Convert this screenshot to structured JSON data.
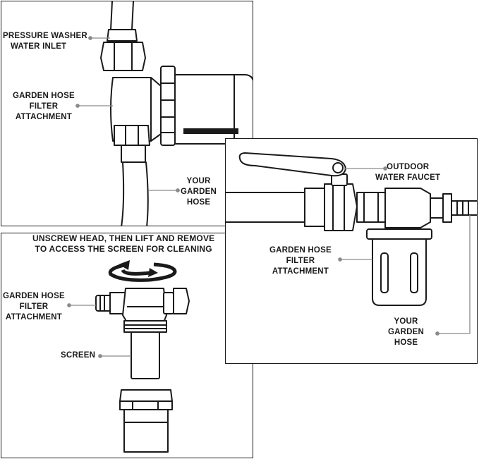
{
  "panels": {
    "inlet": {
      "labels": {
        "pressure_washer_line1": "PRESSURE WASHER",
        "pressure_washer_line2": "WATER INLET",
        "filter_line1": "GARDEN HOSE",
        "filter_line2": "FILTER",
        "filter_line3": "ATTACHMENT",
        "hose_line1": "YOUR",
        "hose_line2": "GARDEN",
        "hose_line3": "HOSE"
      }
    },
    "faucet": {
      "labels": {
        "faucet_line1": "OUTDOOR",
        "faucet_line2": "WATER FAUCET",
        "filter_line1": "GARDEN HOSE",
        "filter_line2": "FILTER",
        "filter_line3": "ATTACHMENT",
        "hose_line1": "YOUR",
        "hose_line2": "GARDEN",
        "hose_line3": "HOSE"
      }
    },
    "cleaning": {
      "heading_line1": "UNSCREW HEAD, THEN LIFT AND REMOVE",
      "heading_line2": "TO ACCESS THE SCREEN FOR CLEANING",
      "labels": {
        "filter_line1": "GARDEN HOSE",
        "filter_line2": "FILTER",
        "filter_line3": "ATTACHMENT",
        "screen": "SCREEN"
      }
    }
  },
  "colors": {
    "line": "#1a1a1a",
    "leader": "#8a8a8a",
    "fill": "#ffffff"
  }
}
